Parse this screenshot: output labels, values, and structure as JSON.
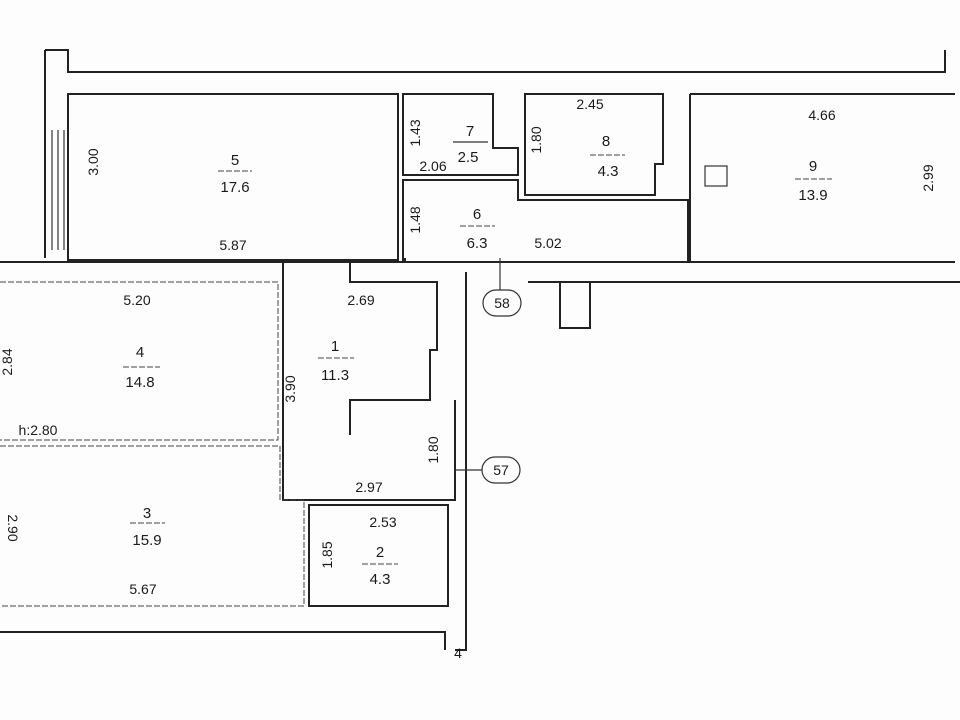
{
  "rooms": [
    {
      "number": "1",
      "area": "11.3"
    },
    {
      "number": "2",
      "area": "4.3"
    },
    {
      "number": "3",
      "area": "15.9"
    },
    {
      "number": "4",
      "area": "14.8"
    },
    {
      "number": "5",
      "area": "17.6"
    },
    {
      "number": "6",
      "area": "6.3"
    },
    {
      "number": "7",
      "area": "2.5"
    },
    {
      "number": "8",
      "area": "4.3"
    },
    {
      "number": "9",
      "area": "13.9"
    }
  ],
  "dimensions": {
    "r5_h": "3.00",
    "r5_w": "5.87",
    "r7_h": "1.43",
    "r7_w": "2.06",
    "r8_h": "1.80",
    "r8_w": "2.45",
    "r9_w": "4.66",
    "r9_h": "2.99",
    "r6_h": "1.48",
    "r6_w": "5.02",
    "r4_w": "5.20",
    "r4_h": "2.84",
    "r1_w": "2.69",
    "r1_h": "3.90",
    "r1_h2": "1.80",
    "r1_w2": "2.97",
    "r2_w": "2.53",
    "r2_h": "1.85",
    "r3_w": "5.67",
    "r3_h": "2.90",
    "ceiling": "h:2.80"
  },
  "markers": {
    "axis_58": "58",
    "axis_57": "57",
    "axis_4": "4"
  }
}
